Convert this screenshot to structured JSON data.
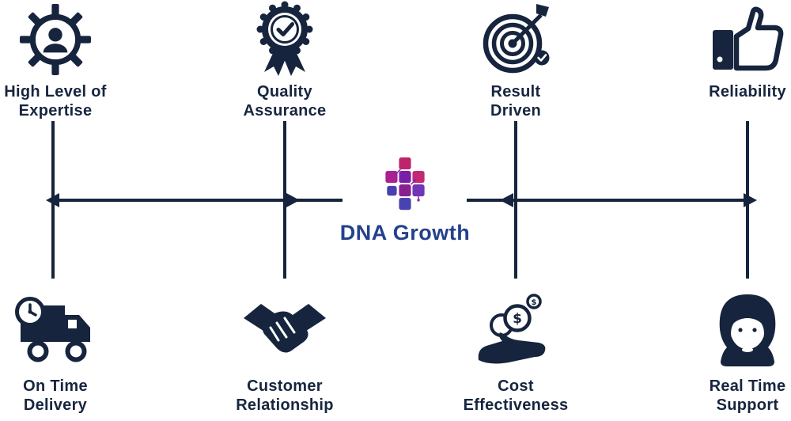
{
  "diagram": {
    "center_logo": {
      "text": "DNA Growth",
      "text_color": "#24418D"
    },
    "top_items": [
      {
        "label": "High Level of\nExpertise",
        "icon": "gear-person-icon"
      },
      {
        "label": "Quality\nAssurance",
        "icon": "medal-check-icon"
      },
      {
        "label": "Result\nDriven",
        "icon": "target-arrow-icon"
      },
      {
        "label": "Reliability",
        "icon": "thumbs-up-icon"
      }
    ],
    "bottom_items": [
      {
        "label": "On Time\nDelivery",
        "icon": "delivery-truck-clock-icon"
      },
      {
        "label": "Customer\nRelationship",
        "icon": "handshake-icon"
      },
      {
        "label": "Cost\nEffectiveness",
        "icon": "hand-coins-icon"
      },
      {
        "label": "Real Time\nSupport",
        "icon": "support-agent-icon"
      }
    ],
    "colors": {
      "icon_navy": "#16243D",
      "label_navy": "#17253F",
      "line_navy": "#16243D",
      "logo_squares": [
        "#BE246C",
        "#A82292",
        "#7A20A8",
        "#C22B74",
        "#4A3FB0",
        "#8A2090",
        "#7036B5",
        "#4843AE"
      ]
    }
  }
}
